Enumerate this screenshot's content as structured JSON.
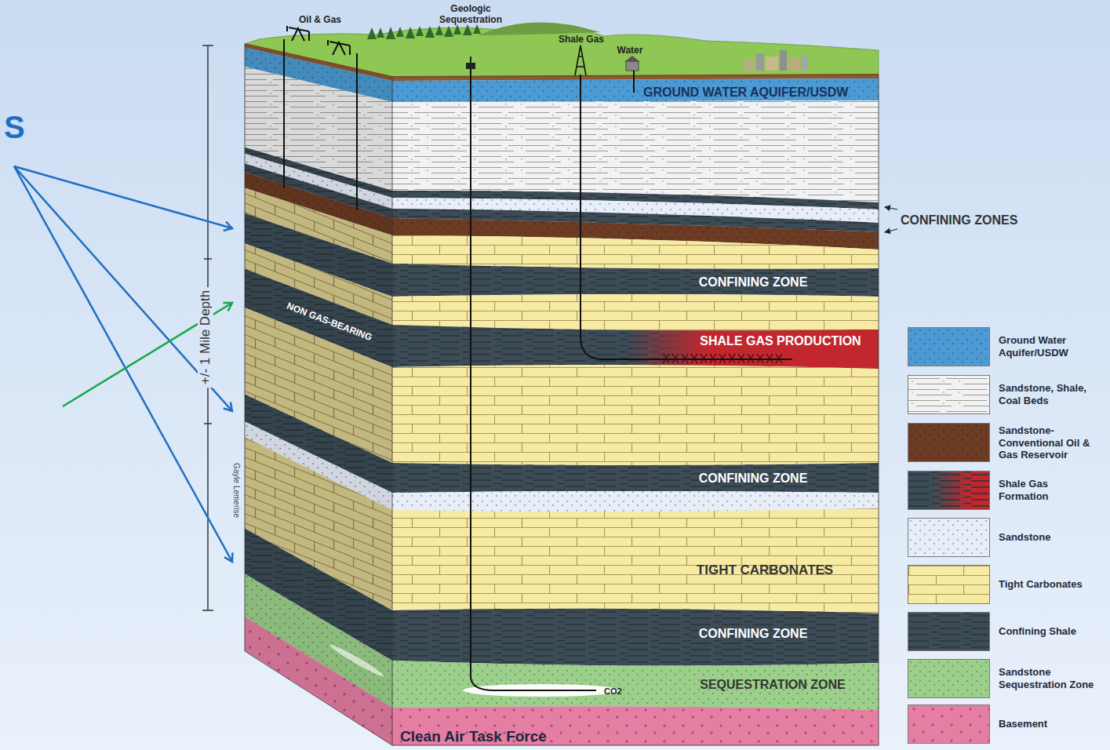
{
  "diagram": {
    "labels": [
      "S",
      "Oil & Gas",
      "Geologic Sequestration",
      "Shale Gas",
      "Water",
      "GROUND WATER AQUIFER/USDW",
      "CONFINING ZONES",
      "CONFINING ZONE",
      "NON GAS-BEARING",
      "SHALE GAS PRODUCTION",
      "+/- 1 Mile Depth",
      "CONFINING ZONE",
      "Gayle Lemerise",
      "TIGHT CARBONATES",
      "CONFINING ZONE",
      "SEQUESTRATION ZONE",
      "CO2",
      "Clean Air Task Force"
    ],
    "legend": [
      {
        "text": "Ground Water Aquifer/USDW",
        "color": "#4b9ad3"
      },
      {
        "text": "Sandstone, Shale, Coal Beds",
        "color": "#f2f2f2"
      },
      {
        "text": "Sandstone-Conventional Oil & Gas Reservoir",
        "color": "#6b3b24"
      },
      {
        "text": "Shale Gas Formation",
        "color": "#3c4b56"
      },
      {
        "text": "Sandstone",
        "color": "#e8eef8"
      },
      {
        "text": "Tight Carbonates",
        "color": "#f7eba3"
      },
      {
        "text": "Confining Shale",
        "color": "#3c4b56"
      },
      {
        "text": "Sandstone Sequestration Zone",
        "color": "#9ccf8b"
      },
      {
        "text": "Basement",
        "color": "#e57ea3"
      }
    ]
  }
}
